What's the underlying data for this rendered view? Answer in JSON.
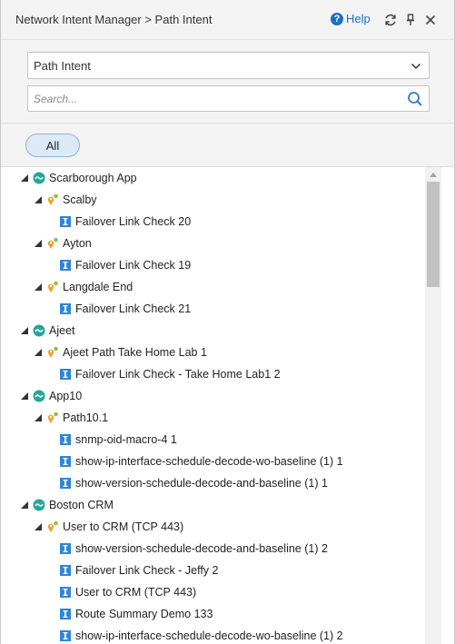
{
  "header": {
    "breadcrumb": "Network Intent Manager > Path Intent",
    "help_label": "Help",
    "icons": [
      "help-icon",
      "refresh-icon",
      "pin-icon",
      "close-icon"
    ]
  },
  "filter": {
    "selected": "Path Intent",
    "search_placeholder": "Search...",
    "search_value": ""
  },
  "chips": {
    "all_label": "All"
  },
  "colors": {
    "accent": "#1e6fc8",
    "app_icon": "#26a69a",
    "path_pin": "#f0a030",
    "path_dot": "#8bc34a",
    "intent_badge": "#2f86d6"
  },
  "tree": [
    {
      "type": "app",
      "level": 0,
      "label": "Scarborough App"
    },
    {
      "type": "path",
      "level": 1,
      "label": "Scalby"
    },
    {
      "type": "intent",
      "level": 2,
      "label": "Failover Link Check 20"
    },
    {
      "type": "path",
      "level": 1,
      "label": "Ayton"
    },
    {
      "type": "intent",
      "level": 2,
      "label": "Failover Link Check 19"
    },
    {
      "type": "path",
      "level": 1,
      "label": "Langdale End"
    },
    {
      "type": "intent",
      "level": 2,
      "label": "Failover Link Check 21"
    },
    {
      "type": "app",
      "level": 0,
      "label": "Ajeet"
    },
    {
      "type": "path",
      "level": 1,
      "label": "Ajeet Path Take Home Lab 1"
    },
    {
      "type": "intent",
      "level": 2,
      "label": "Failover Link Check - Take Home Lab1 2"
    },
    {
      "type": "app",
      "level": 0,
      "label": "App10"
    },
    {
      "type": "path",
      "level": 1,
      "label": "Path10.1"
    },
    {
      "type": "intent",
      "level": 2,
      "label": "snmp-oid-macro-4 1"
    },
    {
      "type": "intent",
      "level": 2,
      "label": "show-ip-interface-schedule-decode-wo-baseline (1) 1"
    },
    {
      "type": "intent",
      "level": 2,
      "label": "show-version-schedule-decode-and-baseline (1) 1"
    },
    {
      "type": "app",
      "level": 0,
      "label": "Boston CRM"
    },
    {
      "type": "path",
      "level": 1,
      "label": "User to CRM (TCP 443)"
    },
    {
      "type": "intent",
      "level": 2,
      "label": "show-version-schedule-decode-and-baseline (1) 2"
    },
    {
      "type": "intent",
      "level": 2,
      "label": "Failover Link Check - Jeffy 2"
    },
    {
      "type": "intent",
      "level": 2,
      "label": "User to CRM (TCP 443)"
    },
    {
      "type": "intent",
      "level": 2,
      "label": "Route Summary Demo 133"
    },
    {
      "type": "intent",
      "level": 2,
      "label": "show-ip-interface-schedule-decode-wo-baseline (1) 2"
    }
  ]
}
